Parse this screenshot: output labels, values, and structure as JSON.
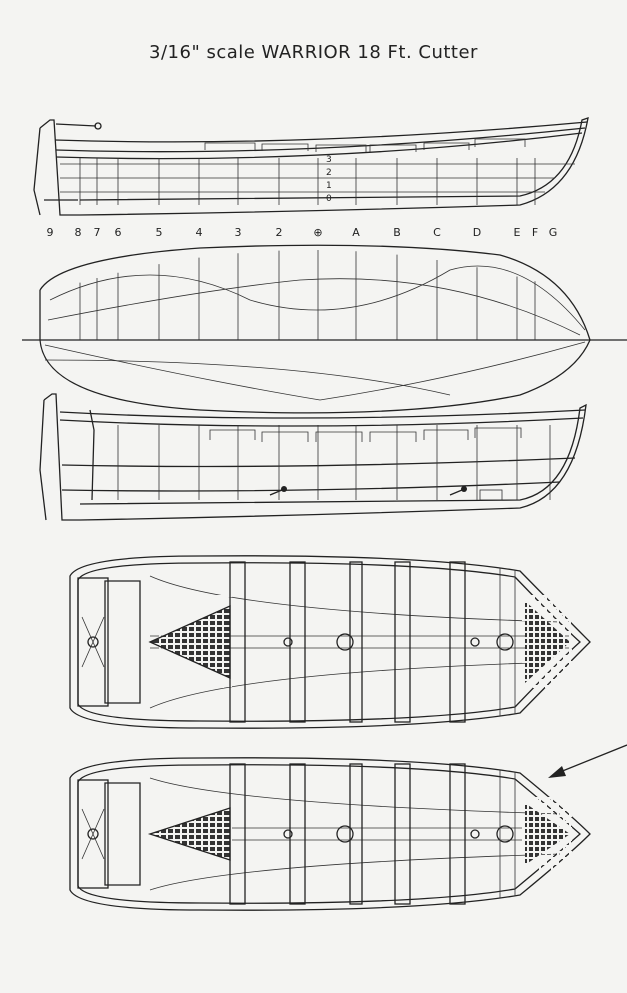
{
  "title": "3/16\" scale WARRIOR 18 Ft. Cutter",
  "profile": {
    "station_labels": [
      "9",
      "8",
      "7",
      "6",
      "5",
      "4",
      "3",
      "2",
      "⊕",
      "A",
      "B",
      "C",
      "D",
      "E",
      "F",
      "G"
    ],
    "waterline_labels": [
      "3",
      "2",
      "1",
      "0"
    ]
  },
  "colors": {
    "ink": "#222222",
    "paper": "#f4f4f2"
  }
}
